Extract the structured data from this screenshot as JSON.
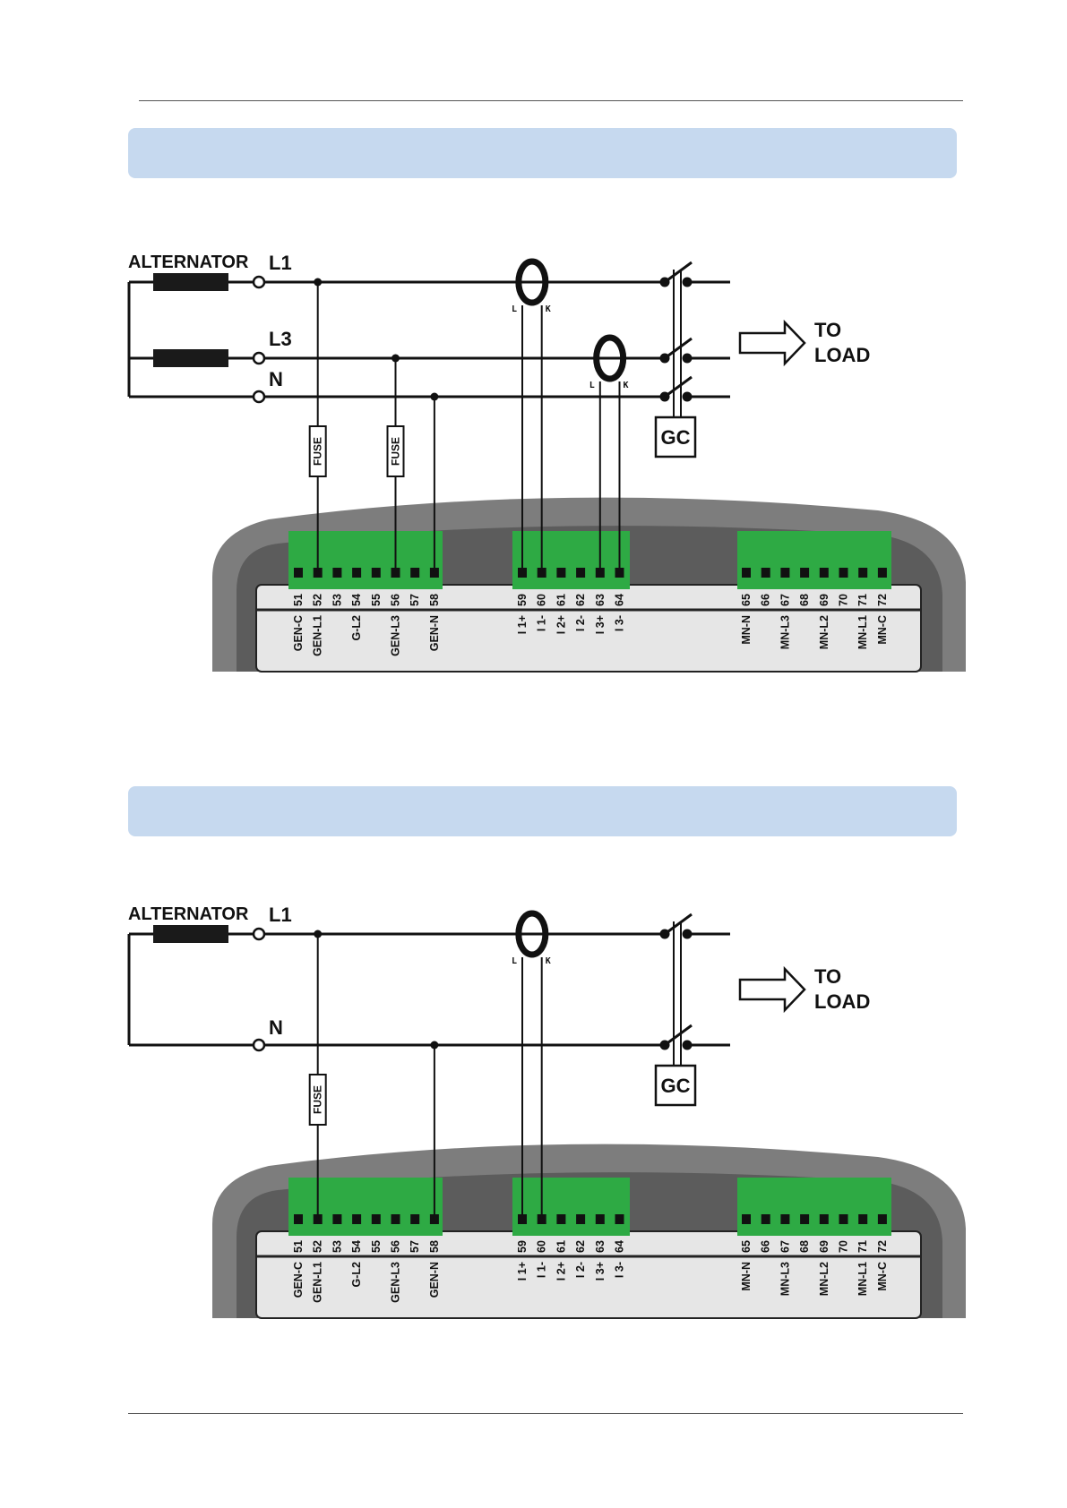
{
  "diagrams": [
    {
      "alternator_label": "ALTERNATOR",
      "phases": [
        "L1",
        "L3"
      ],
      "neutral": "N",
      "fuse_label": "FUSE",
      "ct_labels": [
        "L",
        "K"
      ],
      "contactor_label": "GC",
      "load_label": [
        "TO",
        "LOAD"
      ]
    },
    {
      "alternator_label": "ALTERNATOR",
      "phases": [
        "L1"
      ],
      "neutral": "N",
      "fuse_label": "FUSE",
      "ct_labels": [
        "L",
        "K"
      ],
      "contactor_label": "GC",
      "load_label": [
        "TO",
        "LOAD"
      ]
    }
  ],
  "terminal_blocks": [
    {
      "numbers": [
        "51",
        "52",
        "53",
        "54",
        "55",
        "56",
        "57",
        "58"
      ],
      "names": [
        "GEN-C",
        "GEN-L1",
        "",
        "G-L2",
        "",
        "GEN-L3",
        "",
        "GEN-N"
      ]
    },
    {
      "numbers": [
        "59",
        "60",
        "61",
        "62",
        "63",
        "64"
      ],
      "names": [
        "I 1+",
        "I 1-",
        "I 2+",
        "I 2-",
        "I 3+",
        "I 3-"
      ]
    },
    {
      "numbers": [
        "65",
        "66",
        "67",
        "68",
        "69",
        "70",
        "71",
        "72"
      ],
      "names": [
        "MN-N",
        "",
        "MN-L3",
        "",
        "MN-L2",
        "",
        "MN-L1",
        "MN-C"
      ]
    }
  ],
  "colors": {
    "banner": "#c6d9ef",
    "terminal_green": "#2eaa44",
    "housing_outer": "#7d7d7d",
    "housing_inner": "#5c5c5c",
    "panel": "#e6e6e6"
  }
}
